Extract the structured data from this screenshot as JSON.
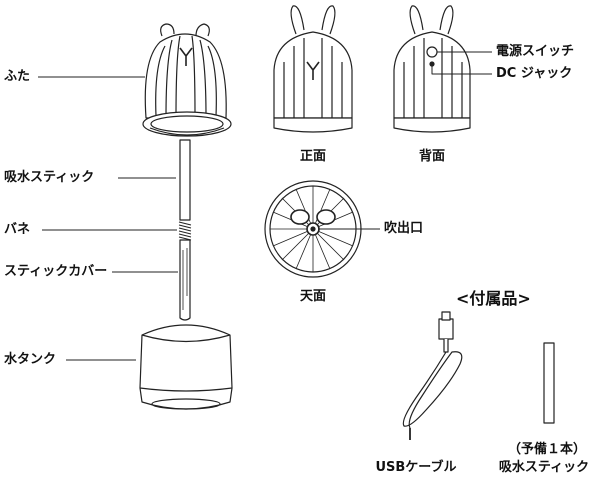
{
  "labels": {
    "lid": "ふた",
    "wick": "吸水スティック",
    "spring": "バネ",
    "wick_cover": "スティックカバー",
    "tank": "水タンク",
    "power_switch": "電源スイッチ",
    "dc_jack": "DC ジャック",
    "outlet": "吹出口"
  },
  "views": {
    "front": "正面",
    "back": "背面",
    "top": "天面"
  },
  "accessories": {
    "heading": "<付属品>",
    "usb_cable": "USBケーブル",
    "spare_note": "（予備１本）",
    "spare_wick": "吸水スティック"
  },
  "colors": {
    "line": "#222222",
    "fill": "#ffffff"
  }
}
